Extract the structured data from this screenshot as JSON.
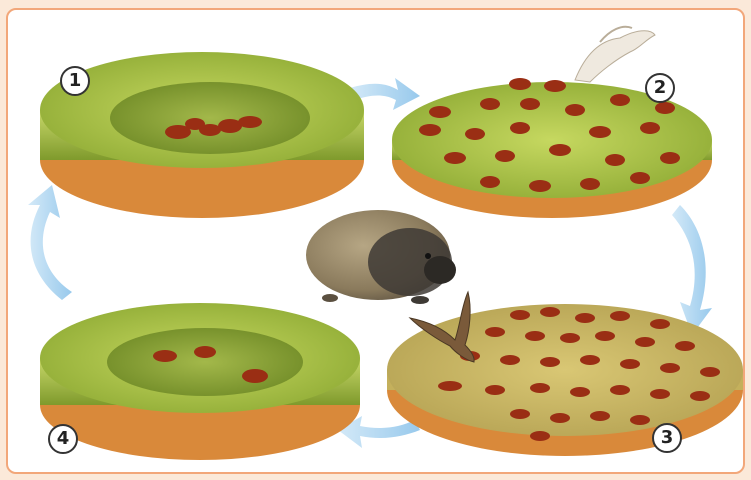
{
  "diagram": {
    "stages": [
      {
        "number": "1",
        "id": "stage-1"
      },
      {
        "number": "2",
        "id": "stage-2"
      },
      {
        "number": "3",
        "id": "stage-3"
      },
      {
        "number": "4",
        "id": "stage-4"
      }
    ],
    "colors": {
      "frame_border": "#f2a77a",
      "grass": "#b4c84a",
      "grass_dark": "#7e9b2a",
      "soil": "#d9893a",
      "arrow": "#a9d4ef",
      "lemming_fur": "#9b8a6a",
      "lemming_dark": "#3e3a35"
    },
    "icons": [
      "grass-disc-ring",
      "lemming-icon",
      "snowy-owl-icon",
      "bird-of-prey-icon",
      "cycle-arrow"
    ]
  }
}
